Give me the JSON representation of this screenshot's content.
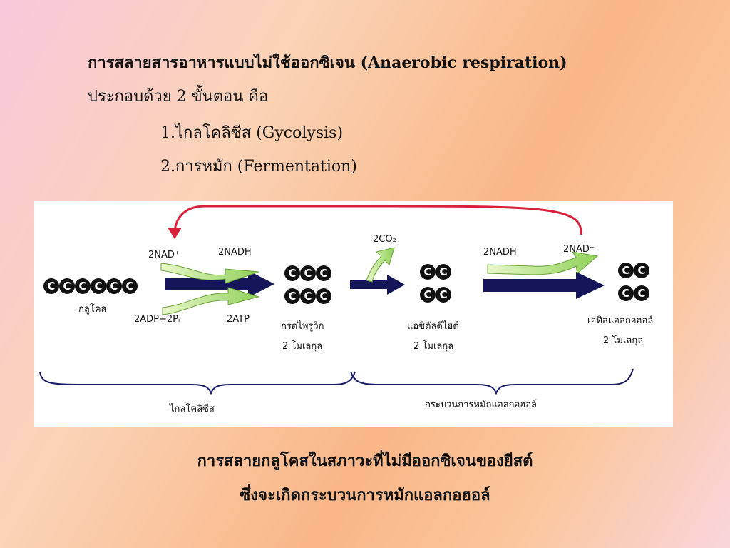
{
  "heading": {
    "title": "การสลายสารอาหารแบบไม่ใช้ออกซิเจน (Anaerobic  respiration)",
    "intro": "ประกอบด้วย  2  ขั้นตอน  คือ",
    "step1": "1.ไกลโคลิซีส (Gycolysis)",
    "step2": "2.การหมัก (Fermentation)"
  },
  "diagram": {
    "glucose_label": "กลูโคส",
    "pyruvic_label": "กรดไพรูวิก",
    "acetaldehyde_label": "แอซิตัลดีไฮด์",
    "ethanol_label": "เอทิลแอลกอฮอล์",
    "molecule_count": "2  โมเลกุล",
    "nad_plus_1": "2NAD⁺",
    "nadh_1": "2NADH",
    "adp": "2ADP+2Pᵢ",
    "atp": "2ATP",
    "co2": "2CO₂",
    "nadh_2": "2NADH",
    "nad_plus_2": "2NAD⁺",
    "glycolysis_label": "ไกลโคลิซีส",
    "fermentation_label": "กระบวนการหมักแอลกอฮอล์",
    "molecule_letter": "C",
    "colors": {
      "arrow_dark": "#15165a",
      "arrow_green": "#9fd96b",
      "cycle_red": "#d8203a"
    }
  },
  "caption": {
    "line1": "การสลายกลูโคสในสภาวะที่ไม่มีออกซิเจนของยีสต์",
    "line2": "ซึ่งจะเกิดกระบวนการหมักแอลกอฮอล์"
  }
}
